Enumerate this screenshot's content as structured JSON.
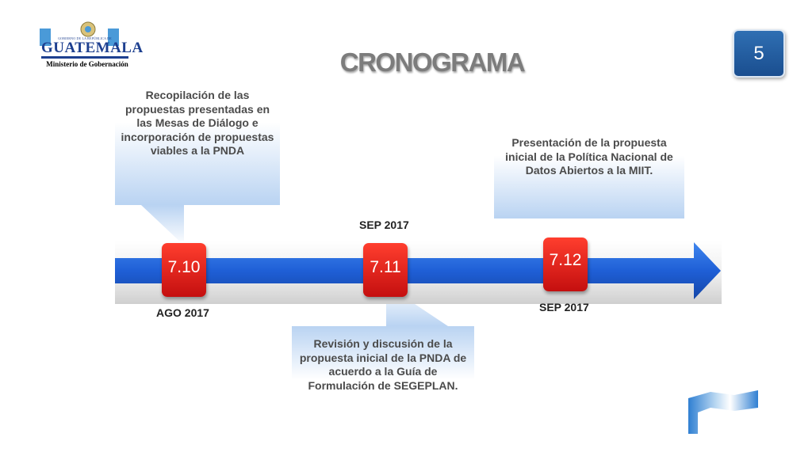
{
  "header": {
    "logo_government_text": "GOBIERNO DE LA REPÚBLICA DE",
    "logo_name": "GUATEMALA",
    "logo_ministry": "Ministerio de Gobernación",
    "title": "CRONOGRAMA",
    "page_number": "5"
  },
  "timeline": {
    "items": [
      {
        "code": "7.10",
        "date": "AGO 2017",
        "description": "Recopilación de las propuestas presentadas en las Mesas de Diálogo e incorporación de propuestas viables a la PNDA"
      },
      {
        "code": "7.11",
        "date": "SEP 2017",
        "description": "Revisión y discusión de la propuesta inicial de la PNDA de acuerdo a la Guía de Formulación de SEGEPLAN."
      },
      {
        "code": "7.12",
        "date": "SEP 2017",
        "description": "Presentación de la propuesta inicial de la Política Nacional de Datos Abiertos a la MIIT."
      }
    ]
  },
  "colors": {
    "arrow_blue": "#1f5fd6",
    "marker_red": "#e11f1f",
    "badge_blue": "#1f5fa8",
    "callout_blue": "#b9d3f2",
    "title_gray": "#7c7c7c"
  }
}
